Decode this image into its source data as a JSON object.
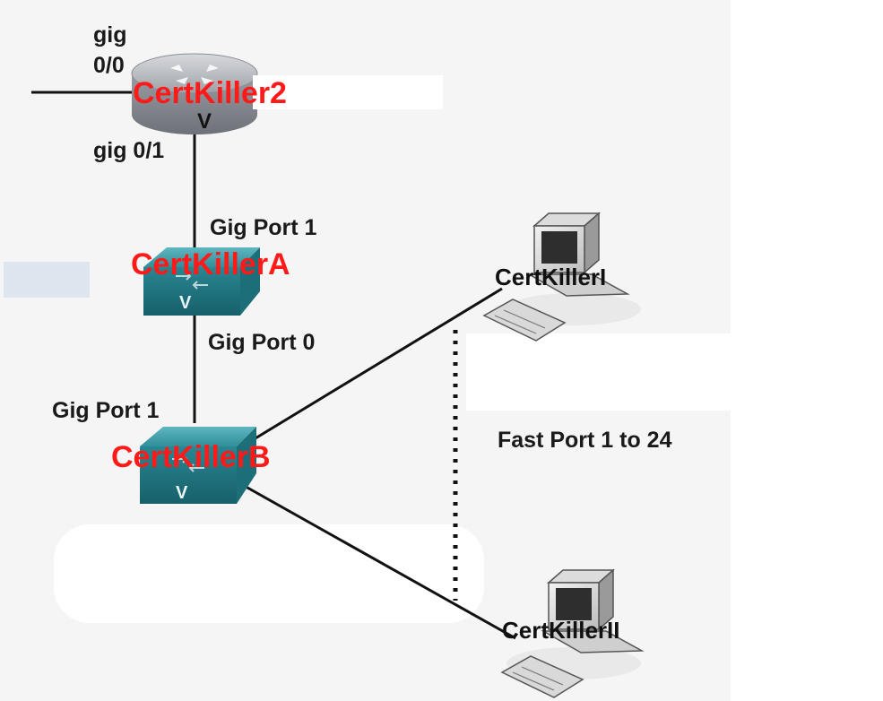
{
  "colors": {
    "device_label": "#ff1a1a",
    "port_label": "#1a1a1a",
    "switch_body": "#2a8a96",
    "router_body": "#a9adb3",
    "link": "#111111"
  },
  "router": {
    "name": "CertKiller2",
    "v_mark": "V",
    "port_gig00": [
      "gig",
      "0/0"
    ],
    "port_gig01": "gig 0/1"
  },
  "switch_a": {
    "name": "CertKillerA",
    "v_mark": "V",
    "port_top": "Gig Port 1",
    "port_bottom": "Gig Port 0"
  },
  "switch_b": {
    "name": "CertKillerB",
    "v_mark": "V",
    "port_top": "Gig Port 1"
  },
  "host_1": {
    "name": "CertKillerI",
    "icon": "desktop-computer-icon"
  },
  "host_2": {
    "name": "CertKillerII",
    "icon": "desktop-computer-icon"
  },
  "access_ports": "Fast Port 1 to 24"
}
